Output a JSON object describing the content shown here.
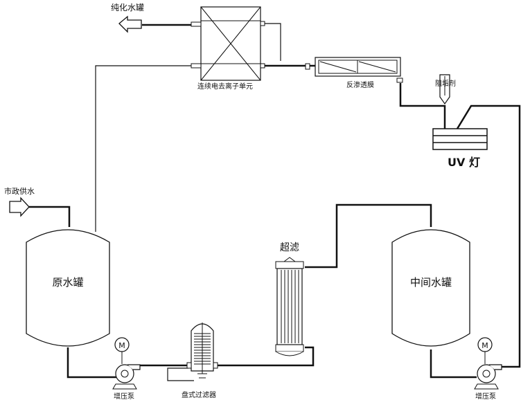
{
  "labels": {
    "pure_water_tank": "纯化水罐",
    "edi_unit": "连续电去离子单元",
    "ro_membrane": "反渗透膜",
    "scale_inhibitor": "阻垢剂",
    "uv_lamp": "UV 灯",
    "municipal_water": "市政供水",
    "raw_water_tank": "原水罐",
    "ultrafiltration": "超滤",
    "intermediate_tank": "中间水罐",
    "booster_pump_1": "增压泵",
    "disc_filter": "盘式过滤器",
    "booster_pump_2": "增压泵",
    "motor_symbol": "M"
  }
}
